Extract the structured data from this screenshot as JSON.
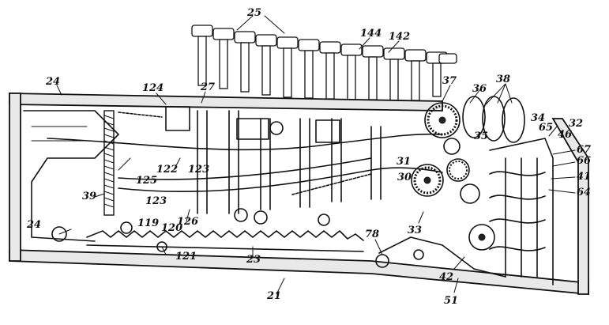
{
  "figure": {
    "reference_labels": [
      "25",
      "144",
      "142",
      "37",
      "38",
      "36",
      "24",
      "124",
      "27",
      "34",
      "65",
      "32",
      "35",
      "46",
      "67",
      "66",
      "41",
      "64",
      "31",
      "30",
      "122",
      "123",
      "125",
      "39",
      "123",
      "24",
      "126",
      "119",
      "120",
      "121",
      "23",
      "78",
      "33",
      "42",
      "51",
      "21"
    ]
  }
}
